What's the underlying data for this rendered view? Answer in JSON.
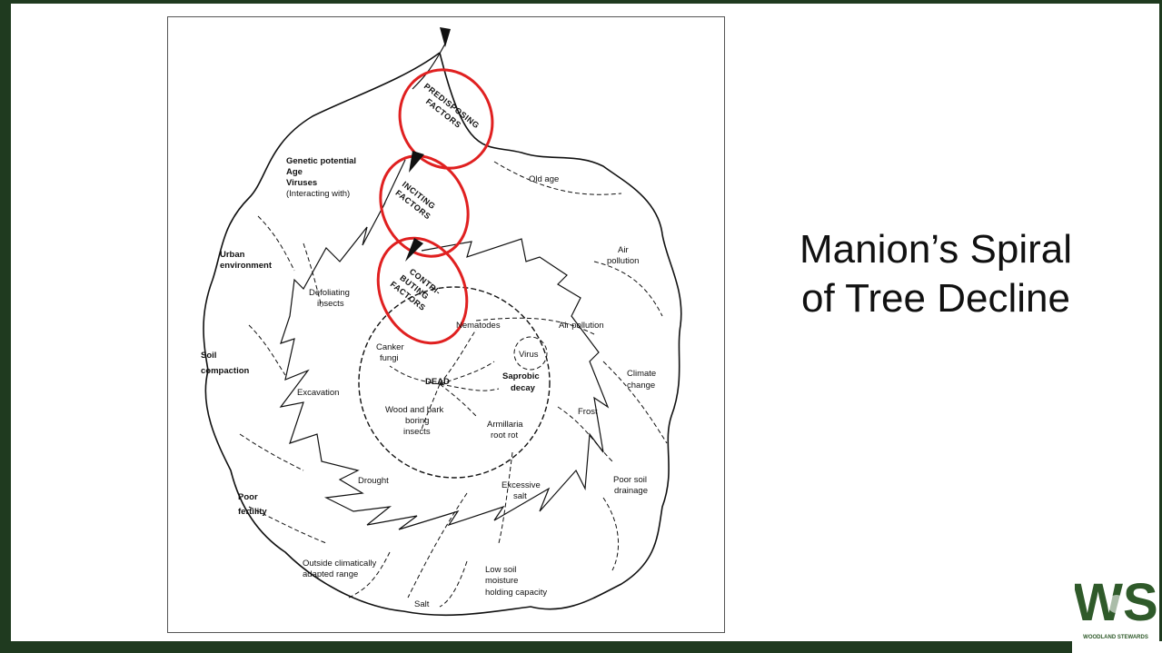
{
  "slide": {
    "title_line1": "Manion’s Spiral",
    "title_line2": "of Tree Decline"
  },
  "diagram": {
    "factor_groups": {
      "predisposing": [
        "PREDISPOSING",
        "FACTORS"
      ],
      "inciting": [
        "INCITING",
        "FACTORS"
      ],
      "contributing": [
        "CONTRI-",
        "BUTING",
        "FACTORS"
      ]
    },
    "center": "DEAD",
    "labels": {
      "genetic_potential": "Genetic potential",
      "age": "Age",
      "viruses": "Viruses",
      "interacting_with": "(Interacting with)",
      "old_age": "Old age",
      "urban_environment_1": "Urban",
      "urban_environment_2": "environment",
      "air_pollution_outer_1": "Air",
      "air_pollution_outer_2": "pollution",
      "defoliating_insects_1": "Defoliating",
      "defoliating_insects_2": "insects",
      "nematodes": "Nematodes",
      "air_pollution_inner": "Air pollution",
      "canker_fungi_1": "Canker",
      "canker_fungi_2": "fungi",
      "virus": "Virus",
      "soil_compaction_1": "Soil",
      "soil_compaction_2": "compaction",
      "saprobic_decay_1": "Saprobic",
      "saprobic_decay_2": "decay",
      "climate_change_1": "Climate",
      "climate_change_2": "change",
      "excavation": "Excavation",
      "wood_bark_1": "Wood and bark",
      "wood_bark_2": "boring",
      "wood_bark_3": "insects",
      "frost": "Frost",
      "armillaria_1": "Armillaria",
      "armillaria_2": "root rot",
      "drought": "Drought",
      "excessive_salt_1": "Excessive",
      "excessive_salt_2": "salt",
      "poor_soil_drainage_1": "Poor soil",
      "poor_soil_drainage_2": "drainage",
      "poor_fertility_1": "Poor",
      "poor_fertility_2": "fertility",
      "outside_range_1": "Outside climatically",
      "outside_range_2": "adapted range",
      "low_soil_1": "Low soil",
      "low_soil_2": "moisture",
      "low_soil_3": "holding capacity",
      "salt": "Salt"
    },
    "highlight_color": "#e02020"
  },
  "logo": {
    "mark": "WS",
    "caption": "WOODLAND STEWARDS",
    "color": "#2f5a2a"
  }
}
